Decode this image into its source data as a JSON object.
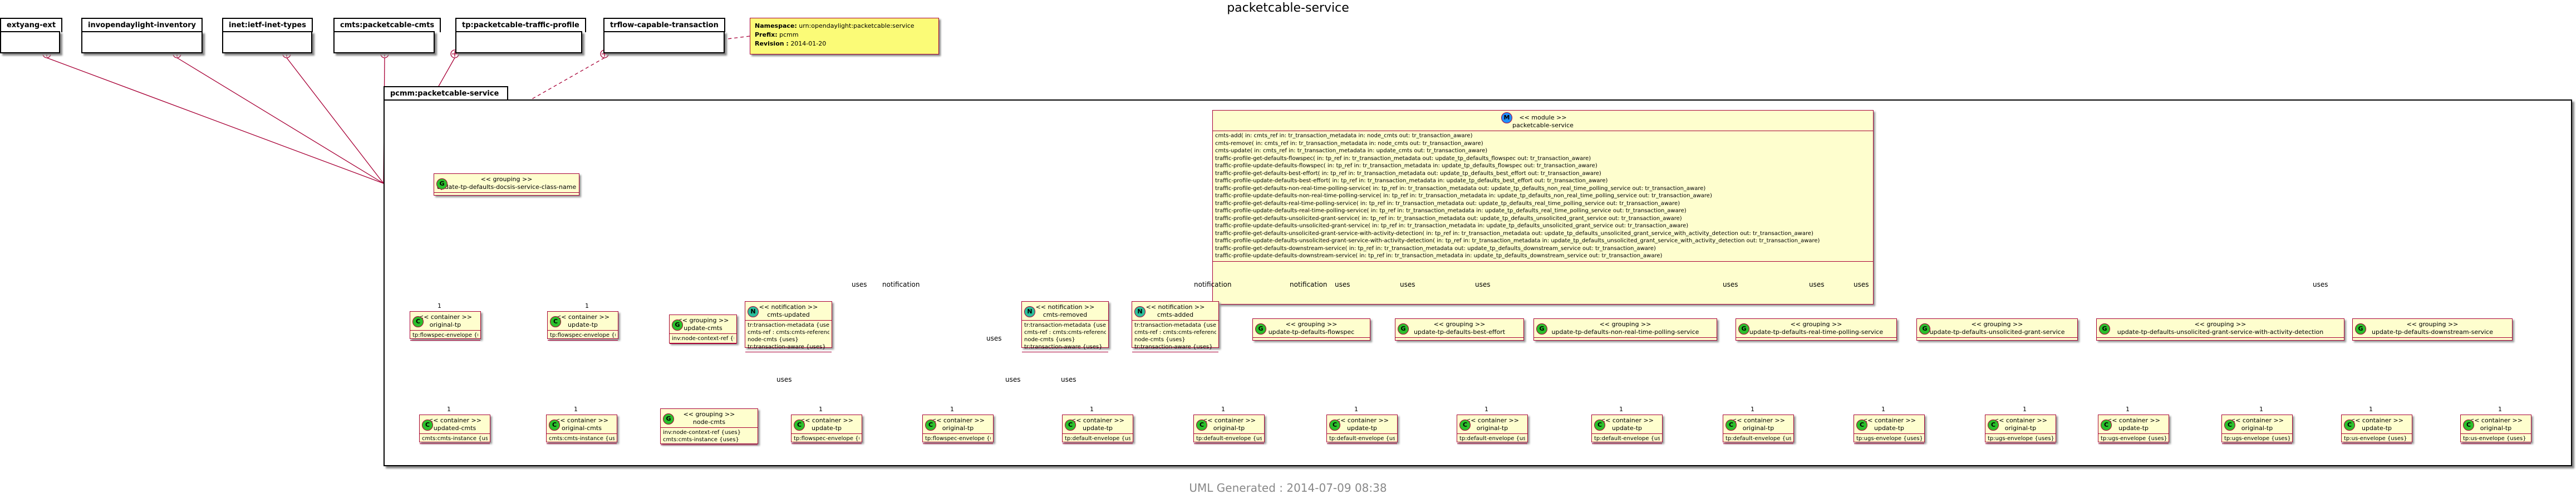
{
  "title": "packetcable-service",
  "footer": "UML Generated : 2014-07-09 08:38",
  "imports": [
    {
      "name": "extyang-ext"
    },
    {
      "name": "invopendaylight-inventory"
    },
    {
      "name": "inet:ietf-inet-types"
    },
    {
      "name": "cmts:packetcable-cmts"
    },
    {
      "name": "tp:packetcable-traffic-profile"
    },
    {
      "name": "trflow-capable-transaction"
    }
  ],
  "note": {
    "namespace_key": "Namespace:",
    "namespace_val": "urn:opendaylight:packetcable:service",
    "prefix_key": "Prefix:",
    "prefix_val": "pcmm",
    "revision_key": "Revision :",
    "revision_val": "2014-01-20"
  },
  "package": {
    "name": "pcmm:packetcable-service"
  },
  "module": {
    "stereotype": "<< module >>",
    "name": "packetcable-service",
    "badge": "M",
    "rpcs": [
      "cmts-add( in: cmts_ref in: tr_transaction_metadata in: node_cmts out: tr_transaction_aware)",
      "cmts-remove( in: cmts_ref in: tr_transaction_metadata in: node_cmts out: tr_transaction_aware)",
      "cmts-update( in: cmts_ref in: tr_transaction_metadata in: update_cmts out: tr_transaction_aware)",
      "traffic-profile-get-defaults-flowspec( in: tp_ref in: tr_transaction_metadata out: update_tp_defaults_flowspec out: tr_transaction_aware)",
      "traffic-profile-update-defaults-flowspec( in: tp_ref in: tr_transaction_metadata in: update_tp_defaults_flowspec out: tr_transaction_aware)",
      "traffic-profile-get-defaults-best-effort( in: tp_ref in: tr_transaction_metadata out: update_tp_defaults_best_effort out: tr_transaction_aware)",
      "traffic-profile-update-defaults-best-effort( in: tp_ref in: tr_transaction_metadata in: update_tp_defaults_best_effort out: tr_transaction_aware)",
      "traffic-profile-get-defaults-non-real-time-polling-service( in: tp_ref in: tr_transaction_metadata out: update_tp_defaults_non_real_time_polling_service out: tr_transaction_aware)",
      "traffic-profile-update-defaults-non-real-time-polling-service( in: tp_ref in: tr_transaction_metadata in: update_tp_defaults_non_real_time_polling_service out: tr_transaction_aware)",
      "traffic-profile-get-defaults-real-time-polling-service( in: tp_ref in: tr_transaction_metadata out: update_tp_defaults_real_time_polling_service out: tr_transaction_aware)",
      "traffic-profile-update-defaults-real-time-polling-service( in: tp_ref in: tr_transaction_metadata in: update_tp_defaults_real_time_polling_service out: tr_transaction_aware)",
      "traffic-profile-get-defaults-unsolicited-grant-service( in: tp_ref in: tr_transaction_metadata out: update_tp_defaults_unsolicited_grant_service out: tr_transaction_aware)",
      "traffic-profile-update-defaults-unsolicited-grant-service( in: tp_ref in: tr_transaction_metadata in: update_tp_defaults_unsolicited_grant_service out: tr_transaction_aware)",
      "traffic-profile-get-defaults-unsolicited-grant-service-with-activity-detection( in: tp_ref in: tr_transaction_metadata out: update_tp_defaults_unsolicited_grant_service_with_activity_detection out: tr_transaction_aware)",
      "traffic-profile-update-defaults-unsolicited-grant-service-with-activity-detection( in: tp_ref in: tr_transaction_metadata in: update_tp_defaults_unsolicited_grant_service_with_activity_detection out: tr_transaction_aware)",
      "traffic-profile-get-defaults-downstream-service( in: tp_ref in: tr_transaction_metadata out: update_tp_defaults_downstream_service out: tr_transaction_aware)",
      "traffic-profile-update-defaults-downstream-service( in: tp_ref in: tr_transaction_metadata in: update_tp_defaults_downstream_service out: tr_transaction_aware)"
    ]
  },
  "groupings": {
    "docsis": {
      "stereotype": "<< grouping >>",
      "name": "update-tp-defaults-docsis-service-class-name",
      "badge": "G"
    },
    "update_cmts": {
      "stereotype": "<< grouping >>",
      "name": "update-cmts",
      "badge": "G",
      "attrs": [
        "inv:node-context-ref {uses}"
      ]
    },
    "node_cmts": {
      "stereotype": "<< grouping >>",
      "name": "node-cmts",
      "badge": "G",
      "attrs": [
        "inv:node-context-ref {uses}",
        "cmts:cmts-instance {uses}"
      ]
    },
    "flowspec": {
      "stereotype": "<< grouping >>",
      "name": "update-tp-defaults-flowspec",
      "badge": "G"
    },
    "best_effort": {
      "stereotype": "<< grouping >>",
      "name": "update-tp-defaults-best-effort",
      "badge": "G"
    },
    "nrtps": {
      "stereotype": "<< grouping >>",
      "name": "update-tp-defaults-non-real-time-polling-service",
      "badge": "G"
    },
    "rtps": {
      "stereotype": "<< grouping >>",
      "name": "update-tp-defaults-real-time-polling-service",
      "badge": "G"
    },
    "ugs": {
      "stereotype": "<< grouping >>",
      "name": "update-tp-defaults-unsolicited-grant-service",
      "badge": "G"
    },
    "ugsad": {
      "stereotype": "<< grouping >>",
      "name": "update-tp-defaults-unsolicited-grant-service-with-activity-detection",
      "badge": "G"
    },
    "ds": {
      "stereotype": "<< grouping >>",
      "name": "update-tp-defaults-downstream-service",
      "badge": "G"
    }
  },
  "notifications": {
    "cmts_updated": {
      "stereotype": "<< notification >>",
      "name": "cmts-updated",
      "badge": "N",
      "attrs": [
        "tr:transaction-metadata {uses}",
        "cmts-ref : cmts:cmts-reference",
        "node-cmts {uses}",
        "tr:transaction-aware {uses}"
      ]
    },
    "cmts_removed": {
      "stereotype": "<< notification >>",
      "name": "cmts-removed",
      "badge": "N",
      "attrs": [
        "tr:transaction-metadata {uses}",
        "cmts-ref : cmts:cmts-reference",
        "node-cmts {uses}",
        "tr:transaction-aware {uses}"
      ]
    },
    "cmts_added": {
      "stereotype": "<< notification >>",
      "name": "cmts-added",
      "badge": "N",
      "attrs": [
        "tr:transaction-metadata {uses}",
        "cmts-ref : cmts:cmts-reference",
        "node-cmts {uses}",
        "tr:transaction-aware {uses}"
      ]
    }
  },
  "containers": [
    {
      "id": "c_orig_tp_docsis",
      "stereotype": "<< container >>",
      "name": "original-tp",
      "badge": "C",
      "attr": "tp:flowspec-envelope {uses}"
    },
    {
      "id": "c_upd_tp_docsis",
      "stereotype": "<< container >>",
      "name": "update-tp",
      "badge": "C",
      "attr": "tp:flowspec-envelope {uses}"
    },
    {
      "id": "c_upd_cmts",
      "stereotype": "<< container >>",
      "name": "updated-cmts",
      "badge": "C",
      "attr": "cmts:cmts-instance {uses}"
    },
    {
      "id": "c_orig_cmts",
      "stereotype": "<< container >>",
      "name": "original-cmts",
      "badge": "C",
      "attr": "cmts:cmts-instance {uses}"
    },
    {
      "id": "c_upd_tp_fs",
      "stereotype": "<< container >>",
      "name": "update-tp",
      "badge": "C",
      "attr": "tp:flowspec-envelope {uses}"
    },
    {
      "id": "c_orig_tp_fs",
      "stereotype": "<< container >>",
      "name": "original-tp",
      "badge": "C",
      "attr": "tp:flowspec-envelope {uses}"
    },
    {
      "id": "c_upd_tp_be",
      "stereotype": "<< container >>",
      "name": "update-tp",
      "badge": "C",
      "attr": "tp:default-envelope {uses}"
    },
    {
      "id": "c_orig_tp_be",
      "stereotype": "<< container >>",
      "name": "original-tp",
      "badge": "C",
      "attr": "tp:default-envelope {uses}"
    },
    {
      "id": "c_upd_tp_nr",
      "stereotype": "<< container >>",
      "name": "update-tp",
      "badge": "C",
      "attr": "tp:default-envelope {uses}"
    },
    {
      "id": "c_orig_tp_nr",
      "stereotype": "<< container >>",
      "name": "original-tp",
      "badge": "C",
      "attr": "tp:default-envelope {uses}"
    },
    {
      "id": "c_upd_tp_rt",
      "stereotype": "<< container >>",
      "name": "update-tp",
      "badge": "C",
      "attr": "tp:default-envelope {uses}"
    },
    {
      "id": "c_orig_tp_rt",
      "stereotype": "<< container >>",
      "name": "original-tp",
      "badge": "C",
      "attr": "tp:default-envelope {uses}"
    },
    {
      "id": "c_upd_tp_ugs",
      "stereotype": "<< container >>",
      "name": "update-tp",
      "badge": "C",
      "attr": "tp:ugs-envelope {uses}"
    },
    {
      "id": "c_orig_tp_ugs",
      "stereotype": "<< container >>",
      "name": "original-tp",
      "badge": "C",
      "attr": "tp:ugs-envelope {uses}"
    },
    {
      "id": "c_upd_tp_ad",
      "stereotype": "<< container >>",
      "name": "update-tp",
      "badge": "C",
      "attr": "tp:ugs-envelope {uses}"
    },
    {
      "id": "c_orig_tp_ad",
      "stereotype": "<< container >>",
      "name": "original-tp",
      "badge": "C",
      "attr": "tp:ugs-envelope {uses}"
    },
    {
      "id": "c_upd_tp_ds",
      "stereotype": "<< container >>",
      "name": "update-tp",
      "badge": "C",
      "attr": "tp:us-envelope {uses}"
    },
    {
      "id": "c_orig_tp_ds",
      "stereotype": "<< container >>",
      "name": "original-tp",
      "badge": "C",
      "attr": "tp:us-envelope {uses}"
    }
  ],
  "labels": {
    "uses": "uses",
    "notification": "notification",
    "one": "1"
  },
  "colors": {
    "node_fill": "#fefece",
    "node_border": "#a80036",
    "edge": "#a80036",
    "badge_module": "#1e90ff",
    "badge_grouping": "#2bbf2b",
    "badge_notification": "#2bbf9a",
    "badge_container": "#2bbf2b",
    "note_fill": "#fbfb77"
  }
}
